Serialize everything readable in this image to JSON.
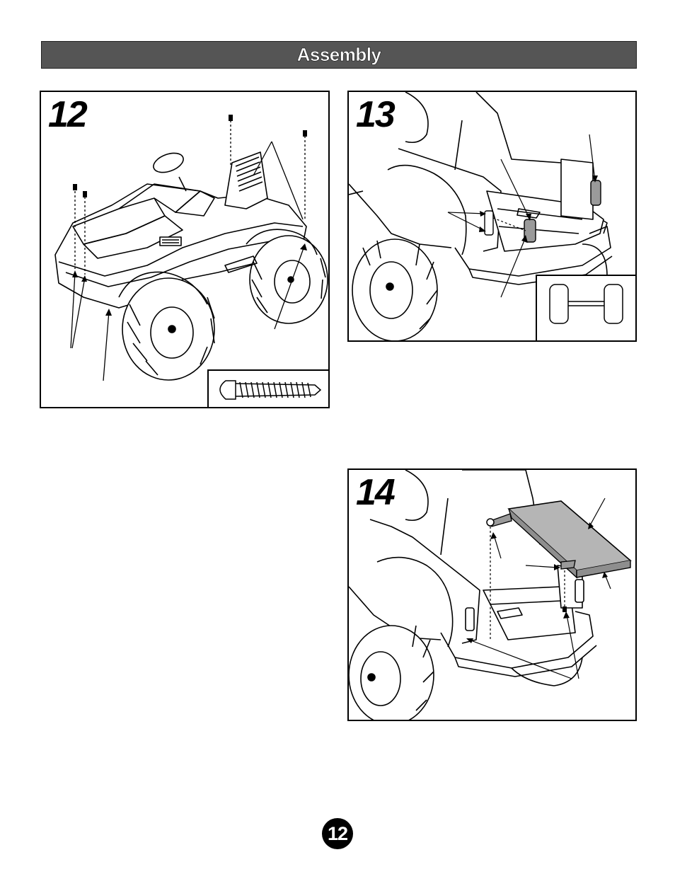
{
  "header": {
    "title": "Assembly"
  },
  "steps": [
    {
      "number": "12",
      "inset_icon": "screw-icon"
    },
    {
      "number": "13",
      "inset_icon": "tail-light-pair-icon"
    },
    {
      "number": "14"
    }
  ],
  "page": {
    "number": "12"
  },
  "colors": {
    "header_bg": "#555555",
    "header_text": "#ffffff",
    "tailgate_fill": "#b5b5b5"
  }
}
